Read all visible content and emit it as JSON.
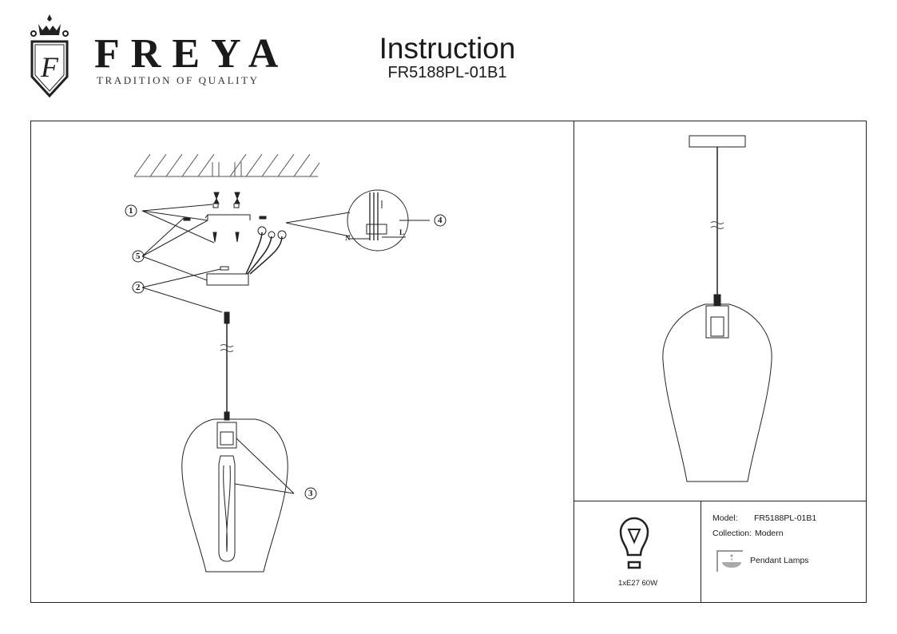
{
  "brand": {
    "name": "FREYA",
    "tagline": "TRADITION OF QUALITY",
    "logo_letter": "F"
  },
  "header": {
    "title": "Instruction",
    "model": "FR5188PL-01B1"
  },
  "diagram": {
    "callouts": [
      "1",
      "2",
      "3",
      "4",
      "5"
    ],
    "wire_labels": {
      "neutral": "N",
      "live": "L"
    }
  },
  "specs": {
    "bulb": "1xE27 60W",
    "model_label": "Model:",
    "model_value": "FR5188PL-01B1",
    "collection_label": "Collection:",
    "collection_value": "Modern",
    "type": "Pendant Lamps"
  }
}
